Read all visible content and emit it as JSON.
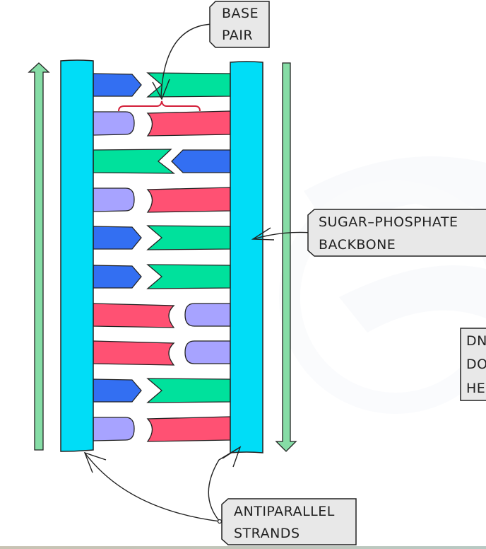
{
  "diagram": {
    "title": "DNA double helix structure",
    "colors": {
      "backbone": "#00DDF7",
      "direction_arrow": "#86DDA6",
      "adenine_blue": "#336FF2",
      "thymine_green": "#00E19C",
      "cytosine_lavender": "#A7A3FF",
      "guanine_red": "#FF5173",
      "brace": "#D3203A",
      "label_fill": "#E8E8E8",
      "outline": "#222222"
    },
    "labels": {
      "base_pair": [
        "BASE",
        "PAIR"
      ],
      "sugar_phosphate_backbone": [
        "SUGAR–PHOSPHATE",
        "BACKBONE"
      ],
      "dna_double_helix": [
        "DN",
        "DO",
        "HE"
      ],
      "antiparallel_strands": [
        "ANTIPARALLEL",
        "STRANDS"
      ]
    },
    "left_arrow_direction": "up",
    "right_arrow_direction": "down",
    "base_pairs": [
      {
        "left": "arrow",
        "right": "notch"
      },
      {
        "left": "round",
        "right": "cup"
      },
      {
        "left": "notch",
        "right": "arrow"
      },
      {
        "left": "round",
        "right": "cup"
      },
      {
        "left": "arrow",
        "right": "notch"
      },
      {
        "left": "arrow",
        "right": "notch"
      },
      {
        "left": "cup",
        "right": "round"
      },
      {
        "left": "cup",
        "right": "round"
      },
      {
        "left": "arrow",
        "right": "notch"
      },
      {
        "left": "round",
        "right": "cup"
      }
    ]
  }
}
